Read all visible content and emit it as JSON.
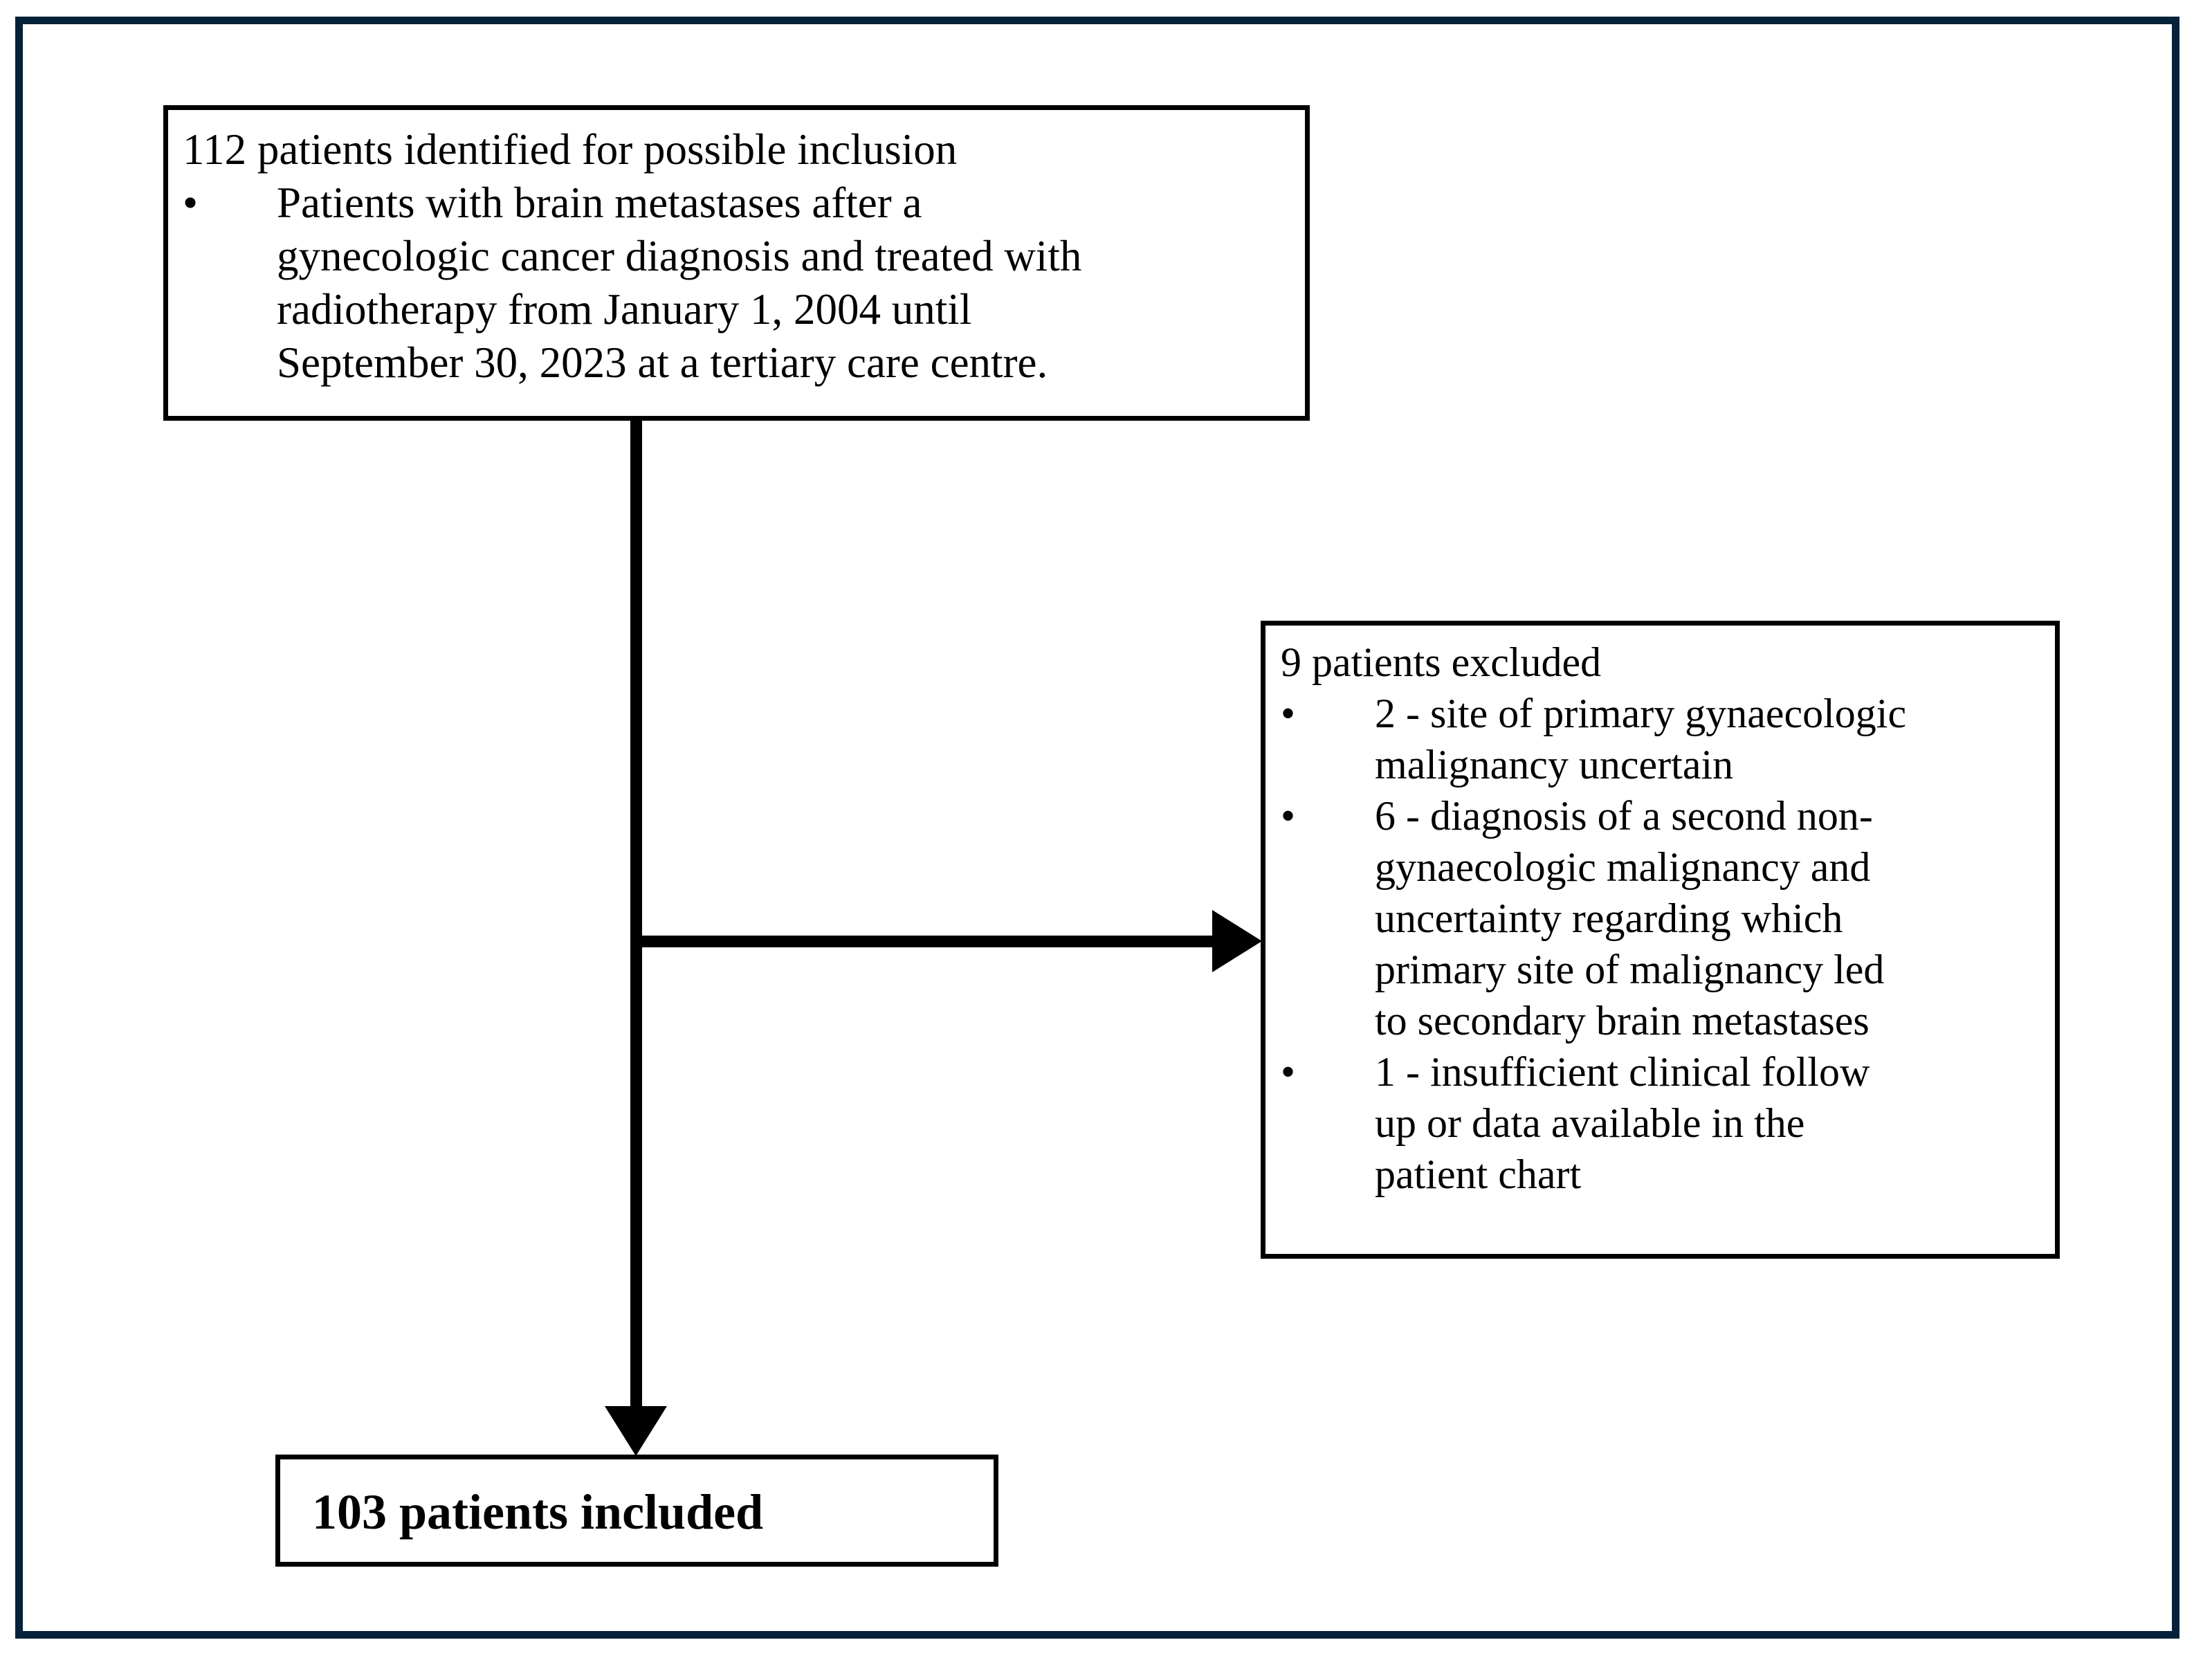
{
  "figure": {
    "type": "patient-selection-flowchart",
    "frame_color": "#06213a",
    "line_color": "#000000",
    "background": "#ffffff"
  },
  "boxes": {
    "identified": {
      "heading": "112 patients identified for possible inclusion",
      "bullet_marker": "•",
      "bullet_text": "Patients with brain metastases after a\ngynecologic cancer diagnosis and treated with\nradiotherapy from January 1, 2004 until\nSeptember 30, 2023 at a tertiary care centre."
    },
    "excluded": {
      "heading": "9 patients excluded",
      "bullets": [
        {
          "marker": "•",
          "text": "2 - site of primary gynaecologic\nmalignancy uncertain"
        },
        {
          "marker": "•",
          "text": "6 - diagnosis of a second non-\ngynaecologic malignancy and\nuncertainty regarding which\nprimary site of malignancy led\nto secondary brain metastases"
        },
        {
          "marker": "•",
          "text": "1 - insufficient clinical follow\nup or data available in the\npatient chart"
        }
      ]
    },
    "included": {
      "label": "103 patients included"
    }
  },
  "counts": {
    "identified": 112,
    "excluded_total": 9,
    "excluded_site_uncertain": 2,
    "excluded_second_malignancy": 6,
    "excluded_insufficient_followup": 1,
    "included": 103
  },
  "connectors": {
    "main_vertical": "identified-to-included",
    "branch_horizontal": "identified-to-excluded"
  }
}
